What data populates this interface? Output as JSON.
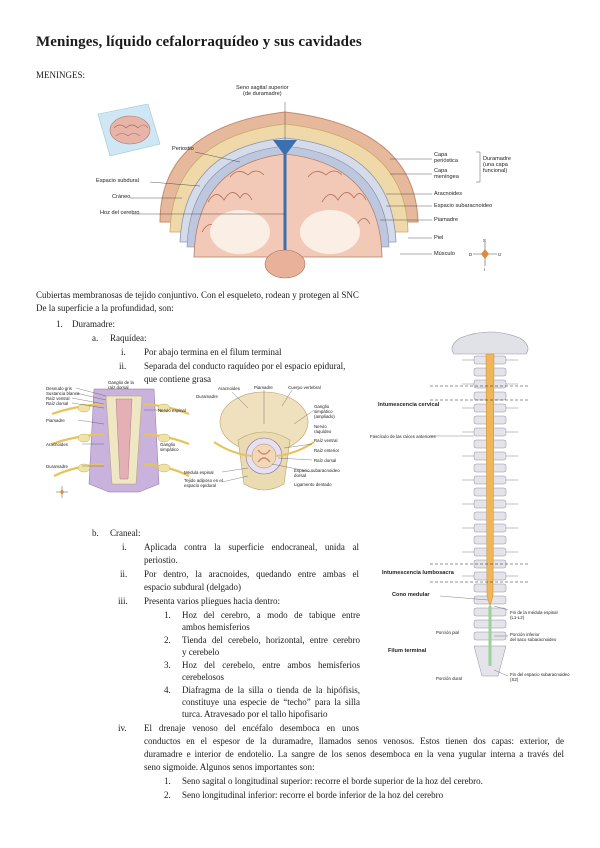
{
  "title": "Meninges, líquido cefalorraquídeo y sus cavidades",
  "section": "MENINGES:",
  "fig1": {
    "labels": {
      "seno": "Seno sagital superior\n(de duramadre)",
      "periostio": "Periostio",
      "espacio_subdural": "Espacio subdural",
      "craneo": "Cráneo",
      "hoz": "Hoz del cerebro",
      "capa_periostica": "Capa\nperióstica",
      "capa_meningea": "Capa\nmeníngea",
      "duramadre": "Duramadre\n(una capa\nfuncional)",
      "aracnoides": "Aracnoides",
      "espacio_subaracnoideo": "Espacio subaracnoideo",
      "piamadre": "Piamadre",
      "piel": "Piel",
      "musculo": "Músculo"
    },
    "compass": {
      "s": "S",
      "d": "D",
      "iz": "Iz",
      "i": "I"
    }
  },
  "intro": [
    "Cubiertas membranosas de tejido conjuntivo. Con el esqueleto, rodean y protegen al SNC",
    "De la superficie a la profundidad, son:"
  ],
  "l1": {
    "marker": "1.",
    "text": "Duramadre:"
  },
  "la": {
    "marker": "a.",
    "text": "Raquídea:"
  },
  "raq": [
    {
      "marker": "i.",
      "text": "Por abajo termina en el filum terminal"
    },
    {
      "marker": "ii.",
      "text": "Separada del conducto raquídeo por el espacio epidural,",
      "text2": "que contiene grasa"
    }
  ],
  "fig2": {
    "labels": [
      "Desnudo gris",
      "Sustancia blanca",
      "Raíz ventral",
      "Raíz dorsal",
      "Ganglio de la\nraíz dorsal",
      "Nervio espinal",
      "Piamadre",
      "Aracnoides",
      "Ganglio\nsimpático",
      "Duramadre"
    ]
  },
  "fig3": {
    "labels": [
      "Aracnoides",
      "Duramadre",
      "Piamadre",
      "Cuerpo vertebral",
      "Ganglio\nsimpático\n(ampliado)",
      "Nervio\nraquídeo",
      "Raíz ventral",
      "Raíz enterior",
      "Raíz dorsal",
      "Médula espinal",
      "Tejido adiposo en el\nespacio epidural",
      "Espacio subaracnoideo\ndorsal",
      "Ligamento dentado"
    ]
  },
  "fig4": {
    "labels": [
      "Intumescencia cervical",
      "Fascículo de las raíces anteriores",
      "Intumescencia lumbosacra",
      "Cono medular",
      "Fin de la médula espinal\n(L1-L2)",
      "Porción pial",
      "Porción inferior\ndel saco subaracnoideo",
      "Filum terminal",
      "Porción dural",
      "Fin del espacio subaracnoideo\n(S2)"
    ]
  },
  "lb": {
    "marker": "b.",
    "text": "Craneal:"
  },
  "cra": [
    {
      "marker": "i.",
      "text": "Aplicada contra la superficie endocraneal, unida al",
      "text2": "periostio."
    },
    {
      "marker": "ii.",
      "text": "Por dentro, la aracnoides, quedando entre ambas el",
      "text2": "espacio subdural (delgado)"
    },
    {
      "marker": "iii.",
      "text": "Presenta varios pliegues hacia dentro:"
    }
  ],
  "pliegues": [
    {
      "marker": "1.",
      "text": "Hoz del cerebro, a modo de tabique entre",
      "text2": "ambos hemisferios"
    },
    {
      "marker": "2.",
      "text": "Tienda del cerebelo, horizontal, entre cerebro",
      "text2": "y cerebelo"
    },
    {
      "marker": "3.",
      "text": "Hoz del cerebelo, entre ambos hemisferios",
      "text2": "cerebelosos"
    },
    {
      "marker": "4.",
      "text": "Diafragma de la silla o tienda de la hipófisis,",
      "text2": "constituye una especie de “techo” para la silla",
      "text3": "turca. Atravesado por el tallo hipofisario"
    }
  ],
  "iv": {
    "marker": "iv.",
    "lines": [
      "El drenaje venoso del encéfalo desemboca en unos",
      "conductos en el espesor de la duramadre, llamados senos venosos. Estos tienen dos capas: exterior, de",
      "duramadre e interior de endotelio. La sangre de los senos desemboca en la vena yugular interna a través del",
      "seno sigmoide. Algunos senos importantes son:"
    ]
  },
  "senos": [
    {
      "marker": "1.",
      "text": "Seno sagital o longitudinal superior: recorre el borde superior de la hoz del cerebro."
    },
    {
      "marker": "2.",
      "text": "Seno longitudinal inferior: recorre el borde inferior de la hoz del cerebro"
    }
  ]
}
